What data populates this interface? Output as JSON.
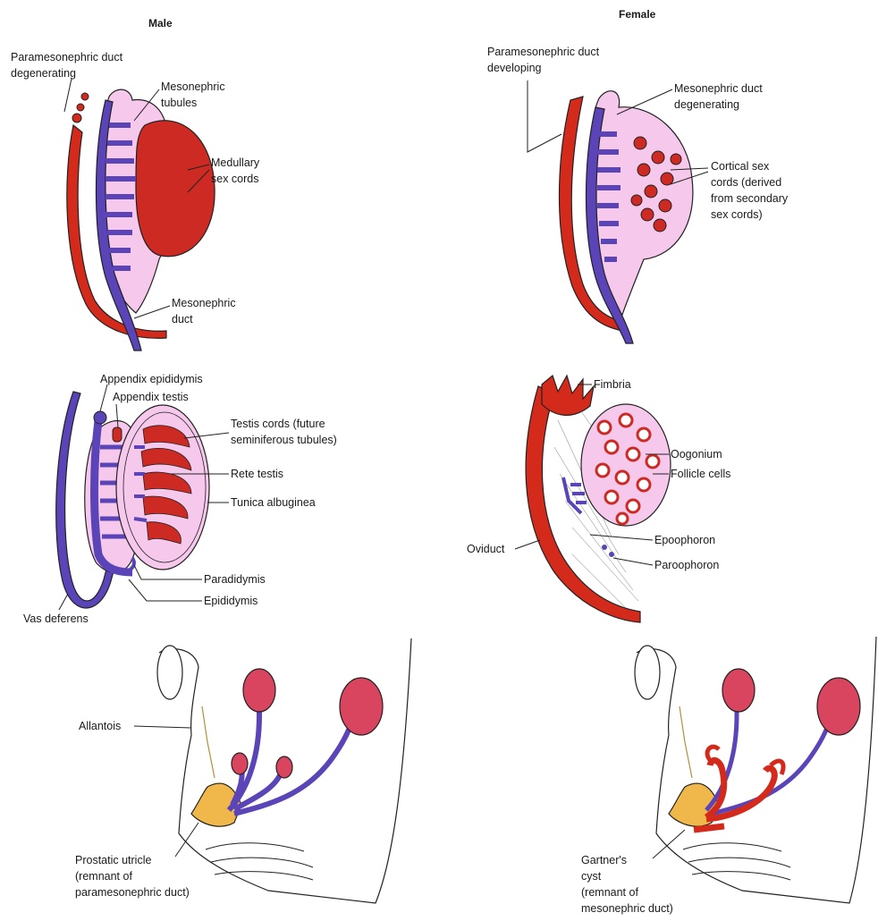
{
  "headers": {
    "male": "Male",
    "female": "Female"
  },
  "colors": {
    "paramesonephric": "#d42a1c",
    "mesonephric": "#5a44b8",
    "pink_tissue": "#f6c9ec",
    "gonad_red": "#cc2a22",
    "urogenital_sinus": "#f0b84a",
    "gonad_pink": "#d9445e"
  },
  "male_top": {
    "paramesonephric_degenerating": [
      "Paramesonephric duct",
      "degenerating"
    ],
    "mesonephric_tubules": [
      "Mesonephric",
      "tubules"
    ],
    "medullary_sex_cords": [
      "Medullary",
      "sex cords"
    ],
    "mesonephric_duct": [
      "Mesonephric",
      "duct"
    ]
  },
  "female_top": {
    "paramesonephric_developing": [
      "Paramesonephric duct",
      "developing"
    ],
    "mesonephric_degenerating": [
      "Mesonephric duct",
      "degenerating"
    ],
    "cortical_sex_cords": [
      "Cortical sex",
      "cords (derived",
      "from secondary",
      "sex cords)"
    ]
  },
  "male_mid": {
    "appendix_epididymis": "Appendix epididymis",
    "appendix_testis": "Appendix testis",
    "testis_cords": [
      "Testis cords (future",
      "seminiferous tubules)"
    ],
    "rete_testis": "Rete testis",
    "tunica_albuginea": "Tunica albuginea",
    "paradidymis": "Paradidymis",
    "epididymis": "Epididymis",
    "vas_deferens": "Vas deferens"
  },
  "female_mid": {
    "fimbria": "Fimbria",
    "oogonium": "Oogonium",
    "follicle_cells": "Follicle cells",
    "oviduct": "Oviduct",
    "epoophoron": "Epoophoron",
    "paroophoron": "Paroophoron"
  },
  "male_bottom": {
    "allantois": "Allantois",
    "prostatic_utricle": [
      "Prostatic utricle",
      "(remnant of",
      "paramesonephric duct)"
    ]
  },
  "female_bottom": {
    "gartners_cyst": [
      "Gartner's",
      "cyst",
      "(remnant of",
      "mesonephric duct)"
    ]
  }
}
